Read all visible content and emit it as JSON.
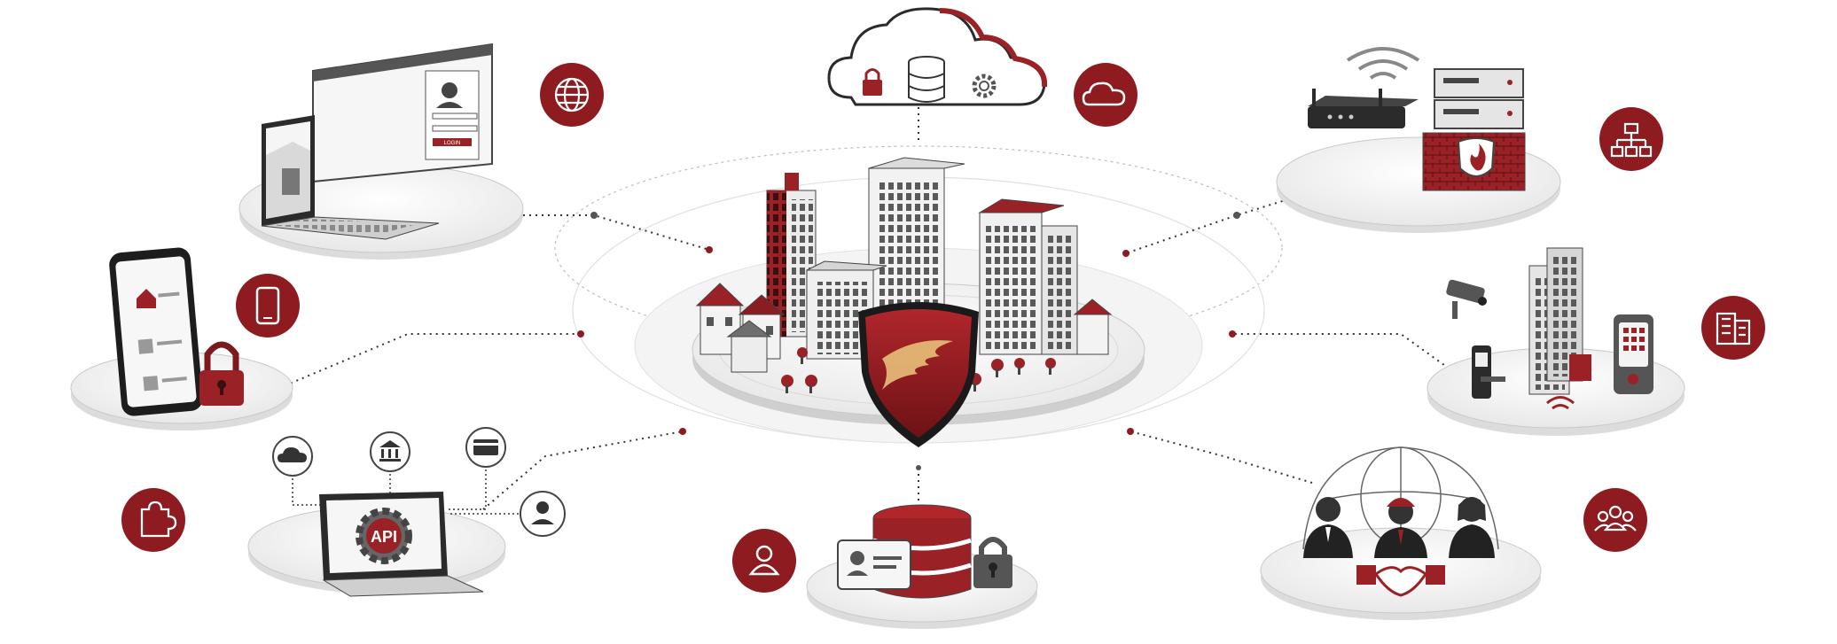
{
  "diagram": {
    "hub": {
      "nodes": [
        "cloud-storage",
        "web-portal",
        "network-security",
        "mobile-access",
        "smart-building",
        "api-integration",
        "identity-data",
        "stakeholders"
      ]
    },
    "labels": {
      "web_button": "LOGIN",
      "api_text": "API"
    },
    "colors": {
      "accent": "#8e1b1f",
      "accent_dark": "#6d1216",
      "line": "#333333",
      "platform": "#f4f4f4",
      "platform_edge": "#d6d6d6",
      "building_gray": "#e9e9e9",
      "building_red": "#9a2226"
    },
    "icons": {
      "cloud_badge": "cloud-icon",
      "web_badge": "globe-icon",
      "network_badge": "network-hierarchy-icon",
      "mobile_badge": "smartphone-icon",
      "building_badge": "building-icon",
      "api_badge": "puzzle-icon",
      "identity_badge": "user-icon",
      "people_badge": "team-icon"
    }
  }
}
